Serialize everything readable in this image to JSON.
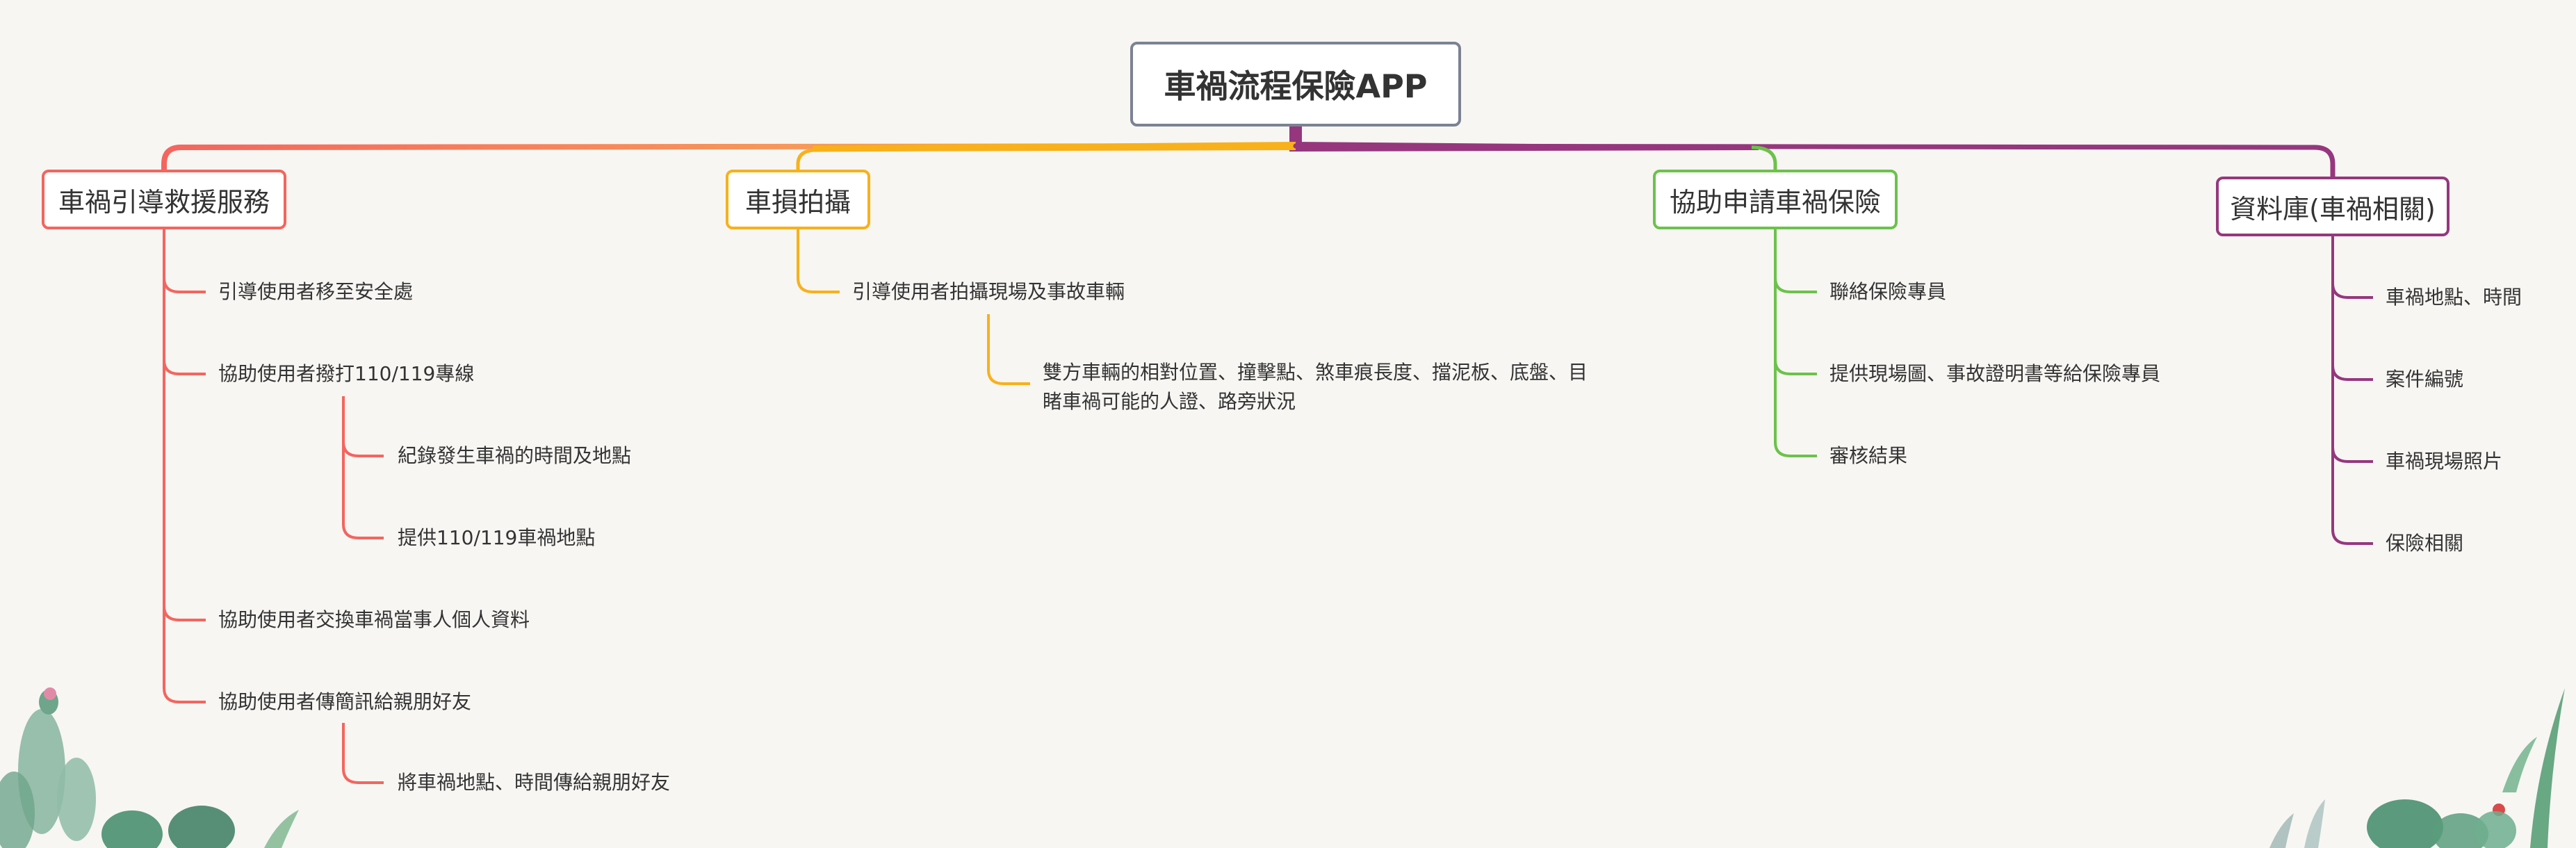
{
  "root": {
    "label": "車禍流程保險APP"
  },
  "branches": [
    {
      "label": "車禍引導救援服務",
      "color": "#f4655e",
      "items": [
        {
          "label": "引導使用者移至安全處"
        },
        {
          "label": "協助使用者撥打110/119專線",
          "children": [
            "紀錄發生車禍的時間及地點",
            "提供110/119車禍地點"
          ]
        },
        {
          "label": "協助使用者交換車禍當事人個人資料"
        },
        {
          "label": "協助使用者傳簡訊給親朋好友",
          "children": [
            "將車禍地點、時間傳給親朋好友"
          ]
        }
      ]
    },
    {
      "label": "車損拍攝",
      "color": "#f8b11a",
      "items": [
        {
          "label": "引導使用者拍攝現場及事故車輛",
          "children": [
            "雙方車輛的相對位置、撞擊點、煞車痕長度、擋泥板、底盤、目睹車禍可能的人證、路旁狀況"
          ]
        }
      ]
    },
    {
      "label": "協助申請車禍保險",
      "color": "#6cc24a",
      "items": [
        {
          "label": "聯絡保險專員"
        },
        {
          "label": "提供現場圖、事故證明書等給保險專員"
        },
        {
          "label": "審核結果"
        }
      ]
    },
    {
      "label": "資料庫(車禍相關)",
      "color": "#96377e",
      "items": [
        {
          "label": "車禍地點、時間"
        },
        {
          "label": "案件編號"
        },
        {
          "label": "車禍現場照片"
        },
        {
          "label": "保險相關"
        }
      ]
    }
  ]
}
